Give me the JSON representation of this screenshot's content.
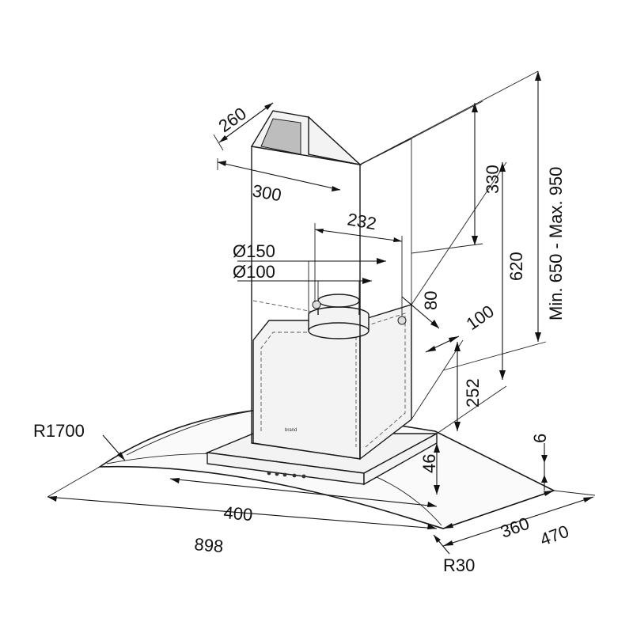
{
  "dimensions": {
    "chimney_depth": "260",
    "chimney_width": "300",
    "outlet_spacing": "232",
    "outlet_diameter_large": "Ø150",
    "outlet_diameter_small": "Ø100",
    "upper_chimney_height": "330",
    "lower_chimney_height": "620",
    "total_height_range": "Min. 650 - Max. 950",
    "outlet_offset": "80",
    "body_offset": "100",
    "body_height": "252",
    "glass_thickness": "6",
    "canopy_height": "46",
    "glass_radius": "R1700",
    "body_width": "400",
    "overall_width": "898",
    "body_depth": "360",
    "overall_depth": "470",
    "corner_radius": "R30"
  }
}
